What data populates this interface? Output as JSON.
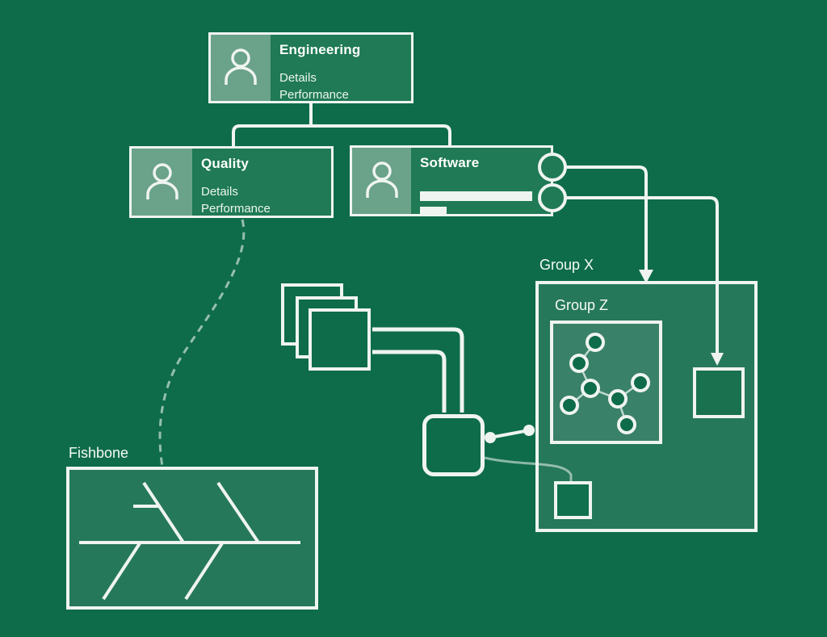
{
  "diagram": {
    "title_cards": {
      "engineering": {
        "title": "Engineering",
        "detail1": "Details",
        "detail2": "Performance"
      },
      "quality": {
        "title": "Quality",
        "detail1": "Details",
        "detail2": "Performance"
      },
      "software": {
        "title": "Software"
      }
    },
    "groups": {
      "group_x_label": "Group X",
      "group_z_label": "Group Z"
    },
    "fishbone": {
      "label": "Fishbone"
    },
    "colors": {
      "background": "#0E6C4A",
      "card_fill": "#1F7A55",
      "icon_panel_fill": "#6AA28A",
      "group_x_fill": "#26785B",
      "group_z_fill": "#3A8169",
      "stroke_white": "#EFF4F0"
    },
    "icons": {
      "card_icon": "person-icon",
      "group_z_icon": "network-graph-icon",
      "fishbone_icon": "fishbone-diagram-icon"
    }
  }
}
